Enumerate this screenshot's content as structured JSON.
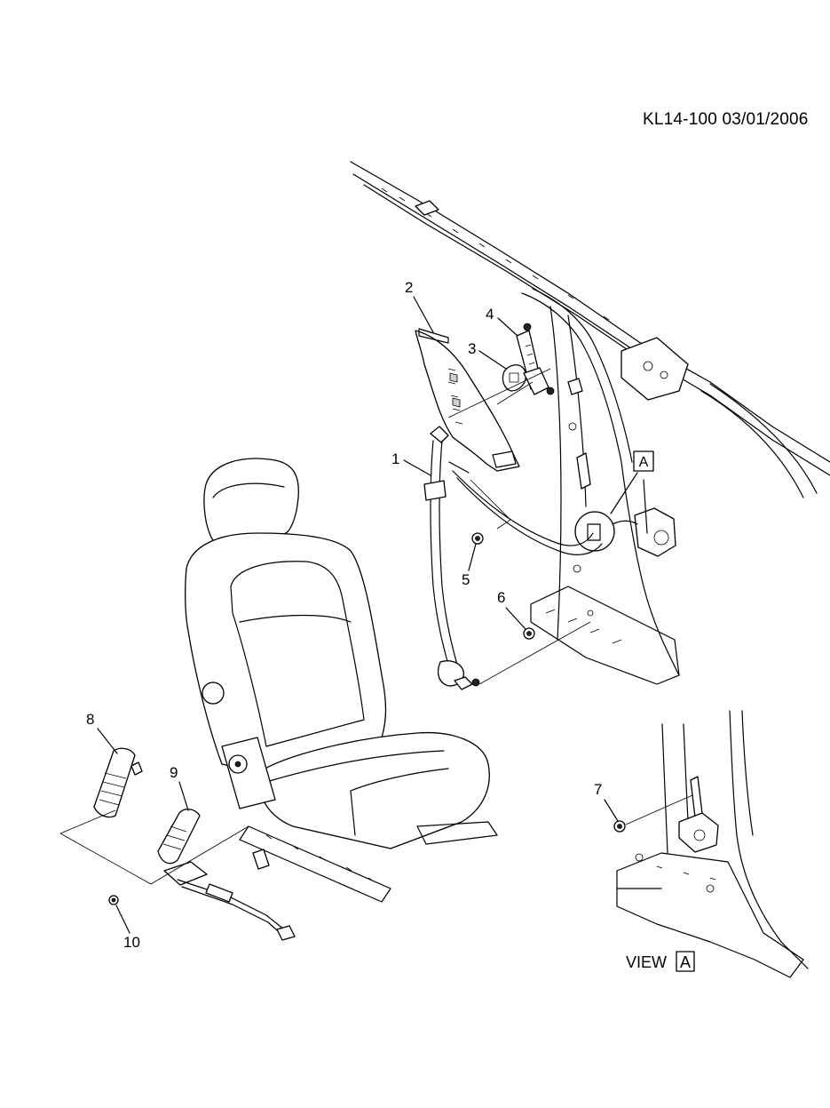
{
  "header": {
    "code": "KL14-100  03/01/2006"
  },
  "callouts": [
    {
      "id": "1",
      "label": "1"
    },
    {
      "id": "2",
      "label": "2"
    },
    {
      "id": "3",
      "label": "3"
    },
    {
      "id": "4",
      "label": "4"
    },
    {
      "id": "5",
      "label": "5"
    },
    {
      "id": "6",
      "label": "6"
    },
    {
      "id": "7",
      "label": "7"
    },
    {
      "id": "8",
      "label": "8"
    },
    {
      "id": "9",
      "label": "9"
    },
    {
      "id": "10",
      "label": "10"
    }
  ],
  "view_reference": {
    "box_letter": "A"
  },
  "view_label": {
    "text": "VIEW",
    "letter": "A"
  }
}
